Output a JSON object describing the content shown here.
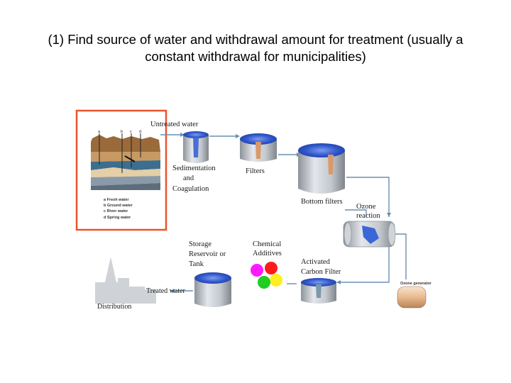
{
  "slide": {
    "title_line1": "(1) Find source of water and withdrawal amount for treatment (usually a",
    "title_line2": "constant withdrawal for municipalities)"
  },
  "diagram": {
    "untreated_water": "Untreated water",
    "well_letters": [
      "a",
      "b",
      "c",
      "d"
    ],
    "legend": [
      "a  Fresh water",
      "b  Ground water",
      "c  River water",
      "d  Spring water"
    ],
    "sedimentation": [
      "Sedimentation",
      "and",
      "Coagulation"
    ],
    "filters": "Filters",
    "bottom_filters": "Bottom filters",
    "ozone_reaction": [
      "Ozone",
      "reaction"
    ],
    "ozone_generator": "Ozone generator",
    "storage": [
      "Storage",
      "Reservoir or",
      "Tank"
    ],
    "chemical": [
      "Chemical",
      "Additives"
    ],
    "activated": [
      "Activated",
      "Carbon Filter"
    ],
    "treated_water": "Treated water",
    "distribution": "Distribution",
    "colors": {
      "highlight_box": "#e8552e",
      "pipe": "#6a8fb0",
      "water": "#3a5cc8",
      "tank_metal": "#b9bec4",
      "dot_magenta": "#ff19ff",
      "dot_red": "#ff1a1a",
      "dot_green": "#22cc22",
      "dot_yellow": "#ffee22"
    }
  }
}
